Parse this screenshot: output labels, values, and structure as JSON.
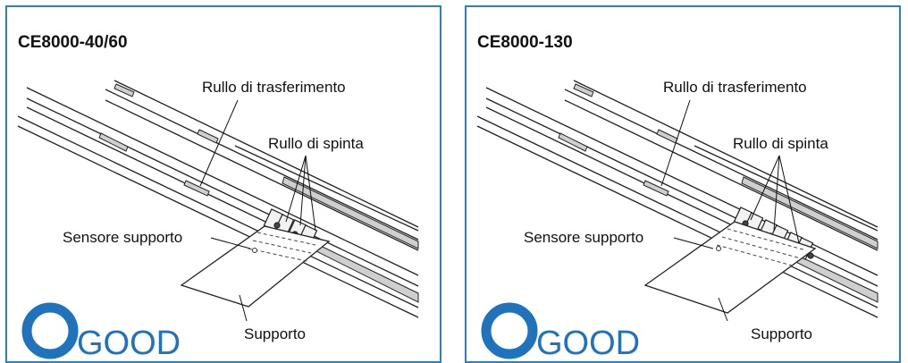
{
  "panels": [
    {
      "model": "CE8000-40/60",
      "labels": {
        "transfer_roller": "Rullo di trasferimento",
        "push_roller": "Rullo di spinta",
        "media_sensor": "Sensore supporto",
        "media": "Supporto"
      },
      "status": "GOOD"
    },
    {
      "model": "CE8000-130",
      "labels": {
        "transfer_roller": "Rullo di trasferimento",
        "push_roller": "Rullo di spinta",
        "media_sensor": "Sensore supporto",
        "media": "Supporto"
      },
      "status": "GOOD"
    }
  ],
  "colors": {
    "border": "#2e7fc0",
    "good": "#1f72bb",
    "line": "#222222",
    "gray": "#cfcfcf"
  }
}
